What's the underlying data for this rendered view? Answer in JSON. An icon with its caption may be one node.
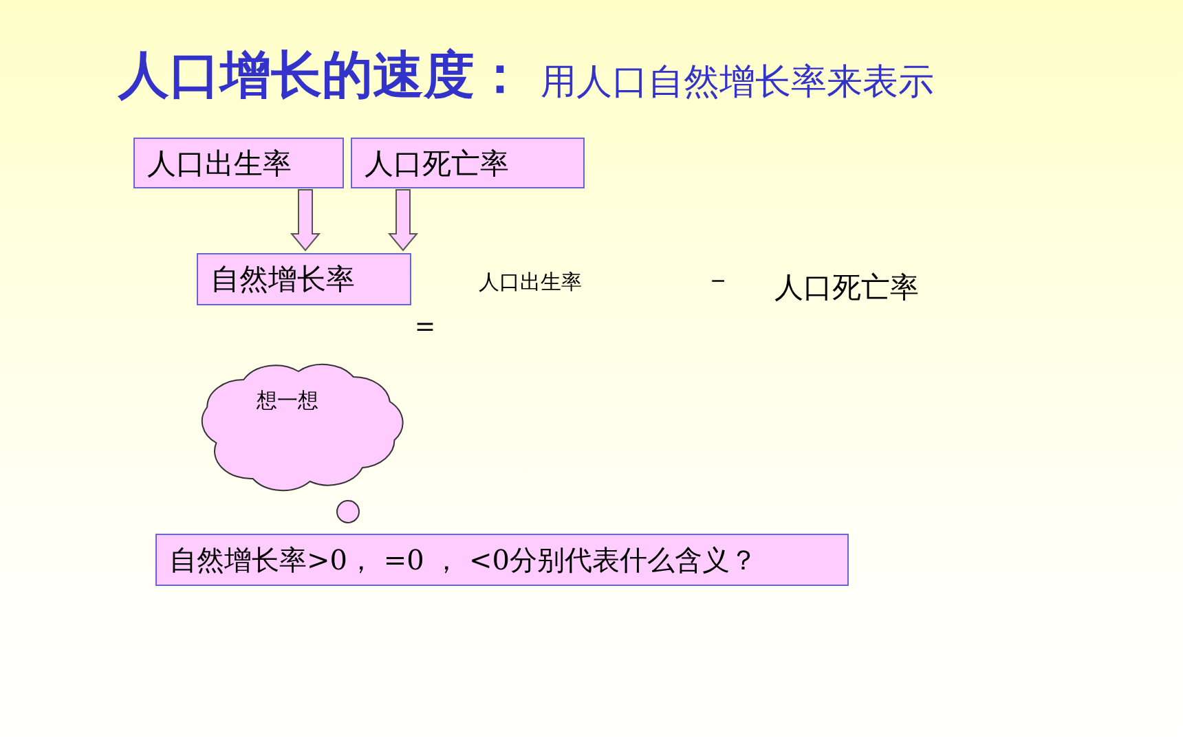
{
  "diagram": {
    "title": "人口增长的速度：",
    "nodes": [
      {
        "text": [
          "人口出生率"
        ]
      },
      {
        "text": [
          "人口死亡率"
        ]
      },
      {
        "text": [
          "自然增长率"
        ]
      },
      {
        "text": [
          "想一想"
        ]
      },
      {
        "text": [
          "自然增长率>0，  =0 ，  <0分别代表什么含义？"
        ]
      }
    ],
    "edges": [
      {
        "from": 0,
        "to": 2,
        "arrow": "to"
      },
      {
        "from": 1,
        "to": 2,
        "arrow": "to"
      }
    ],
    "labels": [
      "用人口自然增长率来表示",
      "＝",
      "人口出生率",
      "－",
      "人口死亡率"
    ]
  }
}
